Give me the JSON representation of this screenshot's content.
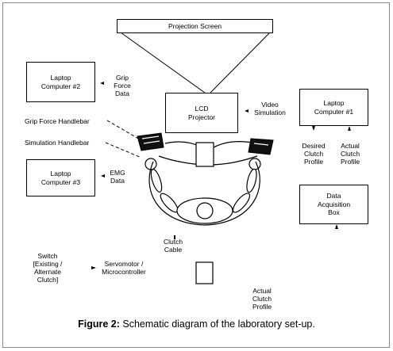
{
  "boxes": {
    "projection_screen": "Projection Screen",
    "laptop_2": "Laptop\nComputer #2",
    "lcd_projector": "LCD\nProjector",
    "laptop_1": "Laptop\nComputer #1",
    "laptop_3": "Laptop\nComputer #3",
    "data_acquisition": "Data\nAcquisition\nBox"
  },
  "labels": {
    "grip_force_data": "Grip\nForce\nData",
    "video_simulation": "Video\nSimulation",
    "grip_force_handlebar": "Grip Force Handlebar",
    "simulation_handlebar": "Simulation Handlebar",
    "desired_clutch_profile": "Desired\nClutch\nProfile",
    "actual_clutch_profile_top": "Actual\nClutch\nProfile",
    "emg_data": "EMG\nData",
    "clutch_cable": "Clutch\nCable",
    "switch": "Switch\n[Existing /\nAlternate\nClutch]",
    "servomotor": "Servomotor /\nMicrocontroller",
    "actual_clutch_profile_bottom": "Actual\nClutch\nProfile"
  },
  "caption": {
    "prefix": "Figure 2:",
    "text": " Schematic diagram of the laboratory set-up."
  }
}
